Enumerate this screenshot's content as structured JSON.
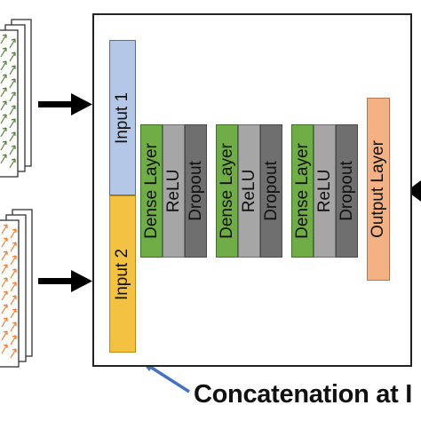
{
  "diagram": {
    "inputs": [
      {
        "id": "input1",
        "label": "Input 1",
        "color": "#b4c7e7"
      },
      {
        "id": "input2",
        "label": "Input 2",
        "color": "#f4c242"
      }
    ],
    "stacks": [
      {
        "dense": "Dense Layer",
        "activation": "ReLU",
        "dropout": "Dropout"
      },
      {
        "dense": "Dense Layer",
        "activation": "ReLU",
        "dropout": "Dropout"
      },
      {
        "dense": "Dense Layer",
        "activation": "ReLU",
        "dropout": "Dropout"
      }
    ],
    "output": {
      "label": "Output Layer",
      "color": "#f4b183"
    },
    "colors": {
      "dense": "#70ad47",
      "relu": "#a6a6a6",
      "dropout": "#6f6f6f",
      "arrow": "#000000",
      "annotation_arrow": "#4472c4",
      "image_arrows_top": "#548235",
      "image_arrows_bottom": "#ed7d31"
    },
    "caption": "Concatenation at I"
  }
}
